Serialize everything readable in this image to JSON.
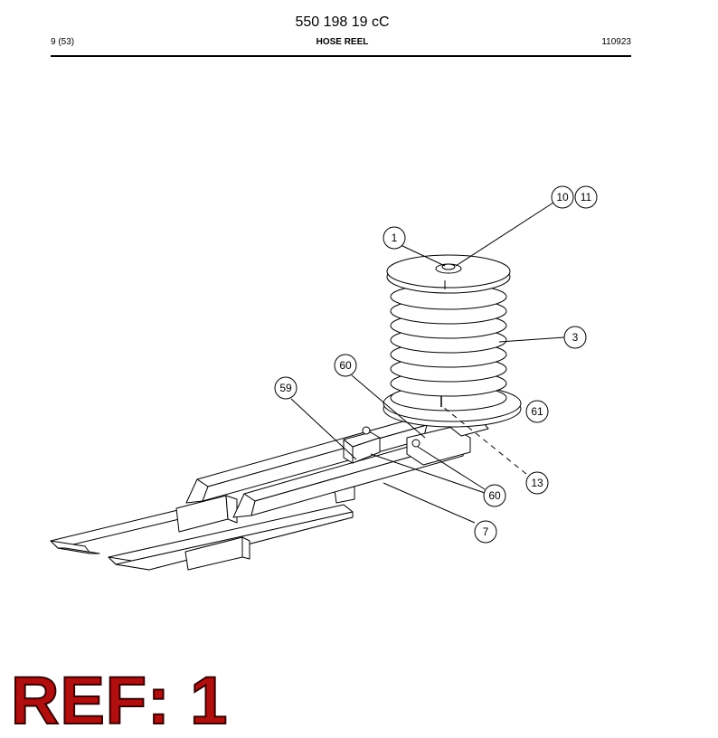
{
  "header": {
    "document_number": "550 198 19 cC",
    "page_count": "9 (53)",
    "section_title": "HOSE REEL",
    "date_code": "110923"
  },
  "callouts": [
    "1",
    "10",
    "11",
    "3",
    "60",
    "59",
    "61",
    "13",
    "60",
    "7"
  ],
  "reference": "REF: 1",
  "colors": {
    "reference_text": "#b10f0f",
    "line": "#000000"
  }
}
